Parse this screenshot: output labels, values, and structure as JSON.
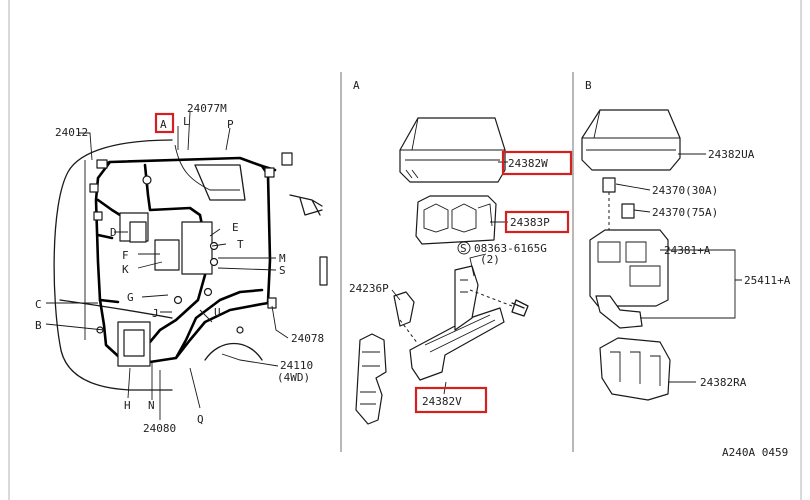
{
  "panels": {
    "section_a": "A",
    "section_b": "B"
  },
  "main_view": {
    "callout_boxed": "A",
    "labels": {
      "p24012": "24012",
      "p24077M": "24077M",
      "L": "L",
      "P": "P",
      "E": "E",
      "T": "T",
      "M": "M",
      "S": "S",
      "D": "D",
      "F": "F",
      "K": "K",
      "G": "G",
      "J": "J",
      "U": "U",
      "C": "C",
      "B": "B",
      "H": "H",
      "N": "N",
      "Q": "Q",
      "p24078": "24078",
      "p24110": "24110",
      "p4wd": "(4WD)",
      "p24080": "24080"
    }
  },
  "section_a": {
    "p24382W": "24382W",
    "p24383P": "24383P",
    "p08363": "08363-6165G",
    "qty2": "(2)",
    "p24236P": "24236P",
    "p24382V": "24382V",
    "screw_symbol": "S"
  },
  "section_b": {
    "p24382UA": "24382UA",
    "p24370_30A": "24370(30A)",
    "p24370_75A": "24370(75A)",
    "p24381A": "24381+A",
    "p25411A": "25411+A",
    "p24382RA": "24382RA"
  },
  "footer": {
    "code": "A240A 0459"
  },
  "colors": {
    "highlight": "#d62020",
    "line": "#1a1a1a",
    "separator": "#8a8a8a"
  }
}
